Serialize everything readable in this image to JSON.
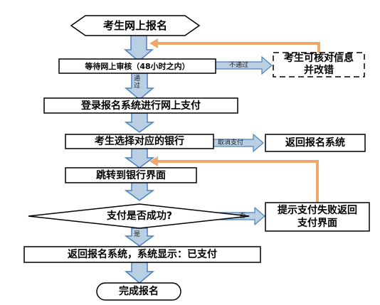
{
  "nodes": {
    "start": "考生网上报名",
    "wait_review": "等待网上审核（48小时之内）",
    "check_info": "考生可核对信息并改错",
    "login_pay": "登录报名系统进行网上支付",
    "choose_bank": "考生选择对应的银行",
    "return_system": "返回报名系统",
    "jump_bank": "跳转到银行界面",
    "pay_success": "支付是否成功?",
    "pay_fail": "提示支付失败返回支付界面",
    "paid": "返回报名系统，系统显示：已支付",
    "end": "完成报名"
  },
  "edges": {
    "not_passed": "不通过",
    "passed": "通过",
    "cancel_pay": "取消支付",
    "no": "否",
    "yes": "是"
  },
  "colors": {
    "border": "#000000",
    "arrow_fill": "#b8cfe4",
    "arrow_stroke": "#4f81bd",
    "loop_line": "#f0a86a"
  }
}
